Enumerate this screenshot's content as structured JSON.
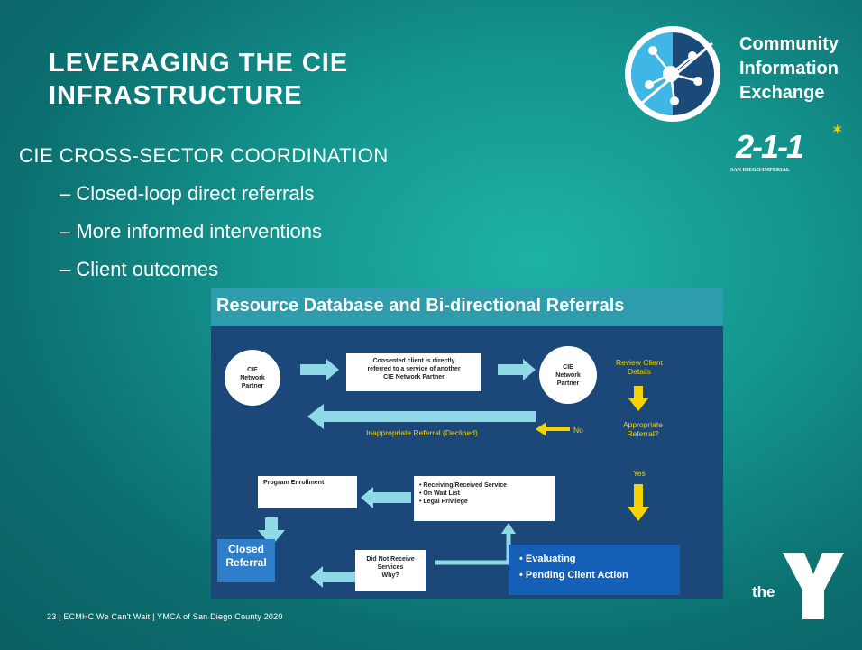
{
  "slide": {
    "title_line1": "LEVERAGING THE CIE",
    "title_line2": "INFRASTRUCTURE",
    "subtitle": "CIE CROSS-SECTOR COORDINATION",
    "bullets": [
      "– Closed-loop direct referrals",
      "– More informed interventions",
      "– Client outcomes"
    ],
    "logo": {
      "line1": "Community",
      "line2": "Information",
      "line3": "Exchange"
    },
    "badge_211": {
      "number": "2-1-1",
      "region": "SAN DIEGO/IMPERIAL"
    },
    "footer": "23 | ECMHC We Can't Wait | YMCA of San Diego County 2020",
    "ymca_logo_text": "the"
  },
  "diagram": {
    "title": "Resource Database and Bi-directional Referrals",
    "partner_left": {
      "l1": "CIE",
      "l2": "Network",
      "l3": "Partner"
    },
    "partner_right": {
      "l1": "CIE",
      "l2": "Network",
      "l3": "Partner"
    },
    "referral_box": {
      "l1": "Consented client is directly",
      "l2": "referred to a service of another",
      "l3": "CIE Network Partner"
    },
    "review": {
      "l1": "Review Client",
      "l2": "Details"
    },
    "appropriate": {
      "l1": "Appropriate",
      "l2": "Referral?"
    },
    "no": "No",
    "yes": "Yes",
    "declined": "Inappropriate Referral (Declined)",
    "program_enrollment": "Program Enrollment",
    "receiving": [
      "Receiving/Received Service",
      "On Wait List",
      "Legal Privilege"
    ],
    "not_received": {
      "l1": "Did Not Receive",
      "l2": "Services",
      "l3": "Why?"
    },
    "closed": {
      "l1": "Closed",
      "l2": "Referral"
    },
    "status": [
      "• Evaluating",
      "• Pending Client Action"
    ]
  },
  "colors": {
    "bg": "#14968f",
    "diagram_bg": "#1b4878",
    "header": "#2d9cad",
    "yellow": "#f5d200",
    "arrow": "#8fd8e6",
    "blue_box": "#2f7ec9"
  }
}
